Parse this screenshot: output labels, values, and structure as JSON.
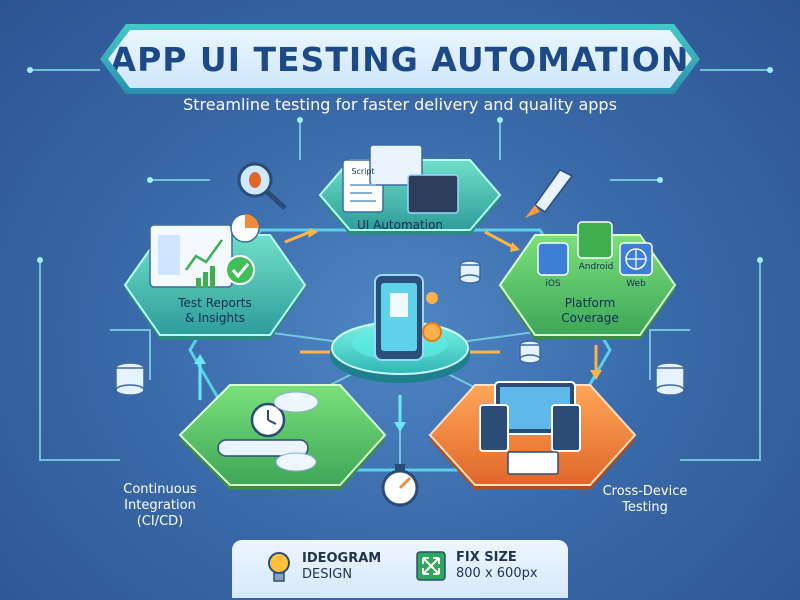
{
  "title": "APP UI TESTING AUTOMATION",
  "subtitle": "Streamline testing for faster delivery and quality apps",
  "nodes": {
    "ui_automation": {
      "label": "UI Automation",
      "doc_label_1": "Script"
    },
    "test_reports": {
      "label_line1": "Test Reports",
      "label_line2": "& Insights"
    },
    "platform_coverage": {
      "label_line1": "Platform",
      "label_line2": "Coverage",
      "platforms": [
        "iOS",
        "Android",
        "Web"
      ]
    },
    "ci_cd": {
      "label_line1": "Continuous",
      "label_line2": "Integration",
      "label_line3": "(CI/CD)"
    },
    "cross_device": {
      "label_line1": "Cross-Device",
      "label_line2": "Testing"
    }
  },
  "footer": {
    "left_line1": "IDEOGRAM",
    "left_line2": "DESIGN",
    "right_line1": "FIX SIZE",
    "right_line2": "800 x 600px"
  },
  "colors": {
    "background": "#3a6aaa",
    "green_node": "#5fc76a",
    "teal_node": "#48c3b8",
    "orange_node": "#f28a3c",
    "banner_text": "#1d4a86"
  }
}
